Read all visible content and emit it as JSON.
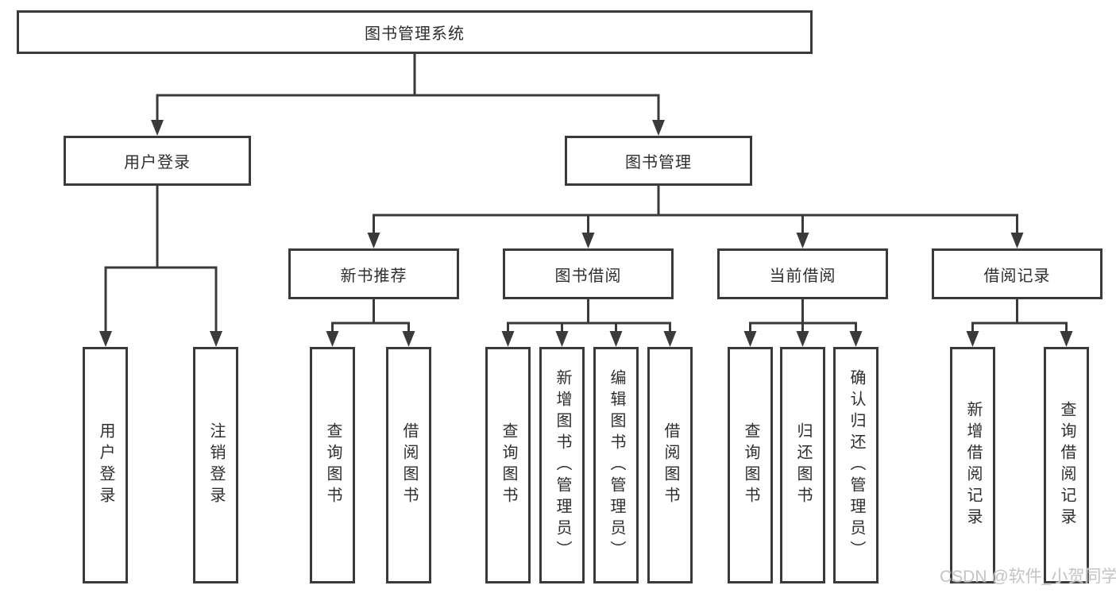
{
  "tree": {
    "root": {
      "label": "图书管理系统"
    },
    "level2": [
      {
        "label": "用户登录"
      },
      {
        "label": "图书管理"
      }
    ],
    "level3": [
      {
        "label": "新书推荐"
      },
      {
        "label": "图书借阅"
      },
      {
        "label": "当前借阅"
      },
      {
        "label": "借阅记录"
      }
    ],
    "groups": [
      {
        "parent": "用户登录",
        "items": [
          "用户登录",
          "注销登录"
        ]
      },
      {
        "parent": "新书推荐",
        "items": [
          "查询图书",
          "借阅图书"
        ]
      },
      {
        "parent": "图书借阅",
        "items": [
          "查询图书",
          "新增图书（管理员）",
          "编辑图书（管理员）",
          "借阅图书"
        ]
      },
      {
        "parent": "当前借阅",
        "items": [
          "查询图书",
          "归还图书",
          "确认归还（管理员）"
        ]
      },
      {
        "parent": "借阅记录",
        "items": [
          "新增借阅记录",
          "查询借阅记录"
        ]
      }
    ]
  },
  "watermark": "CSDN @软件_小贺同学",
  "colors": {
    "line": "#3a3a3a",
    "text": "#2e2e2e",
    "watermark": "#c3c3c3",
    "background": "#ffffff"
  }
}
